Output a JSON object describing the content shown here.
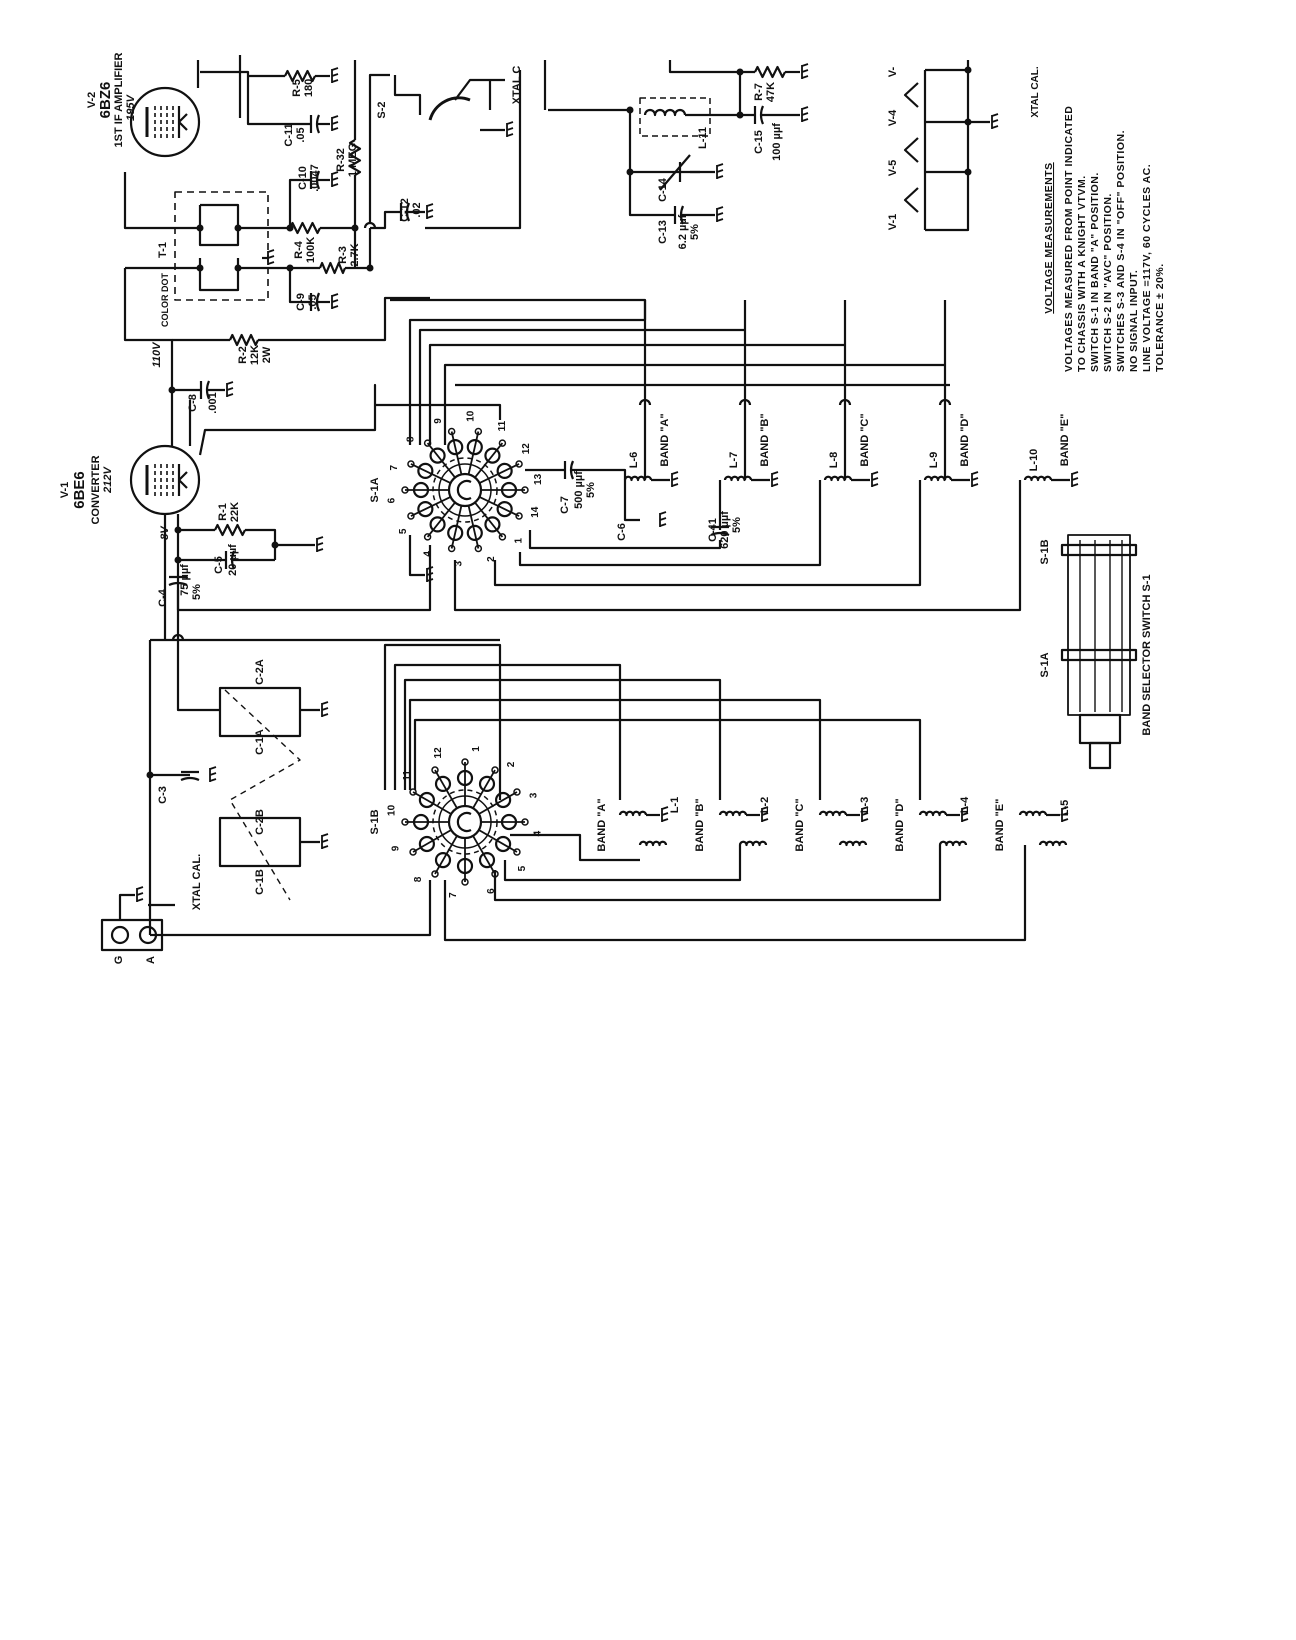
{
  "v2": {
    "ref": "V-2",
    "type": "6BZ6",
    "function": "1ST IF AMPLIFIER",
    "voltage": "195V"
  },
  "v1": {
    "ref": "V-1",
    "type": "6BE6",
    "function": "CONVERTER",
    "voltage": "212V"
  },
  "t1": {
    "ref": "T-1",
    "note": "COLOR DOT"
  },
  "parts": {
    "r5": "R-5",
    "r5v": "180",
    "c11": "C-11",
    "c11v": ".05",
    "c10": "C-10",
    "c10v": ".0047",
    "r32": "R-32",
    "r32v": "1 MEG",
    "r4": "R-4",
    "r4v": "100K",
    "r3": "R-3",
    "r3v": "2.7K",
    "c9": "C-9",
    "c9v": ".05",
    "c12": "C-12",
    "c12v": ".02",
    "s2": "S-2",
    "xtal_top": "XTAL C",
    "r2": "R-2",
    "r2v": "12K",
    "r2w": "2W",
    "v110": "110V",
    "c8": "C-8",
    "c8v": ".001",
    "r1": "R-1",
    "r1v": "22K",
    "vneg8": "-8V",
    "c5": "C-5",
    "c5v": "20 µµf",
    "c4": "C-4",
    "c4v": "75 µµf",
    "c4t": "5%",
    "s1a": "S-1A",
    "s1b": "S-1B",
    "c7": "C-7",
    "c7v": "500 µµf",
    "c7t": "5%",
    "c6": "C-6",
    "c41": "C-41",
    "c41v": "620 µµf",
    "c41t": "5%",
    "l6": "L-6",
    "l7": "L-7",
    "l8": "L-8",
    "l9": "L-9",
    "l10": "L-10",
    "l1": "L-1",
    "l2": "L-2",
    "l3": "L-3",
    "l4": "L-4",
    "l5": "L-5",
    "c2a": "C-2A",
    "c1a": "C-1A",
    "c3": "C-3",
    "c2b": "C-2B",
    "c1b": "C-1B",
    "xtal_cal": "XTAL CAL.",
    "term_g": "G",
    "term_a": "A",
    "l11": "L-11",
    "r7": "R-7",
    "r7v": "47K",
    "c15": "C-15",
    "c15v": "100 µµf",
    "c14": "C-14",
    "c13": "C-13",
    "c13v": "6.2 µµf",
    "c13t": "5%",
    "v1h": "V-1",
    "v4h": "V-4",
    "v5h": "V-5",
    "vtop": "V-",
    "xtal_cal_right": "XTAL CAL."
  },
  "bands": {
    "a": "BAND \"A\"",
    "b": "BAND \"B\"",
    "c": "BAND \"C\"",
    "d": "BAND \"D\"",
    "e": "BAND \"E\""
  },
  "s1a_contacts": [
    "1",
    "2",
    "3",
    "4",
    "5",
    "6",
    "7",
    "8",
    "9",
    "10",
    "11",
    "12",
    "13",
    "14"
  ],
  "s1b_contacts": [
    "1",
    "2",
    "3",
    "4",
    "5",
    "6",
    "7",
    "8",
    "9",
    "10",
    "11",
    "12"
  ],
  "switch_drawing": {
    "s1b": "S-1B",
    "s1a": "S-1A",
    "caption": "BAND SELECTOR SWITCH S-1"
  },
  "voltage_notes": {
    "title": "VOLTAGE MEASUREMENTS",
    "lines": [
      "VOLTAGES MEASURED FROM POINT INDICATED",
      "TO CHASSIS WITH A KNIGHT VTVM.",
      "SWITCH S-1 IN BAND \"A\" POSITION.",
      "SWITCH S-2 IN \"AVC\" POSITION.",
      "SWITCHES S-3 AND S-4 IN \"OFF\" POSITION.",
      "NO SIGNAL INPUT.",
      "LINE VOLTAGE =117V, 60 CYCLES AC.",
      "TOLERANCE ± 20%."
    ]
  }
}
